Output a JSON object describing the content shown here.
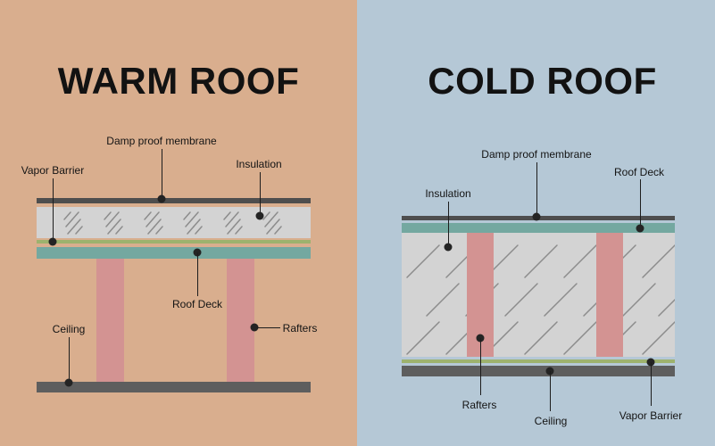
{
  "warm": {
    "title": "WARM ROOF",
    "labels": {
      "damp_proof_membrane": "Damp proof membrane",
      "vapor_barrier": "Vapor Barrier",
      "insulation": "Insulation",
      "roof_deck": "Roof Deck",
      "ceiling": "Ceiling",
      "rafters": "Rafters"
    }
  },
  "cold": {
    "title": "COLD ROOF",
    "labels": {
      "damp_proof_membrane": "Damp proof membrane",
      "vapor_barrier": "Vapor Barrier",
      "insulation": "Insulation",
      "roof_deck": "Roof Deck",
      "ceiling": "Ceiling",
      "rafters": "Rafters"
    }
  },
  "colors": {
    "warm_background": "#d9ae8e",
    "cold_background": "#b5c8d6",
    "membrane_dark_gray": "#4e4e4e",
    "ceiling_dark_gray": "#5e5e5e",
    "insulation_gray": "#d3d3d3",
    "hatch_gray": "#8c8c8c",
    "roof_deck_teal": "#74a8a0",
    "vapor_barrier_green": "#9db26e",
    "rafter_pink": "#d39392",
    "text": "#141414"
  }
}
